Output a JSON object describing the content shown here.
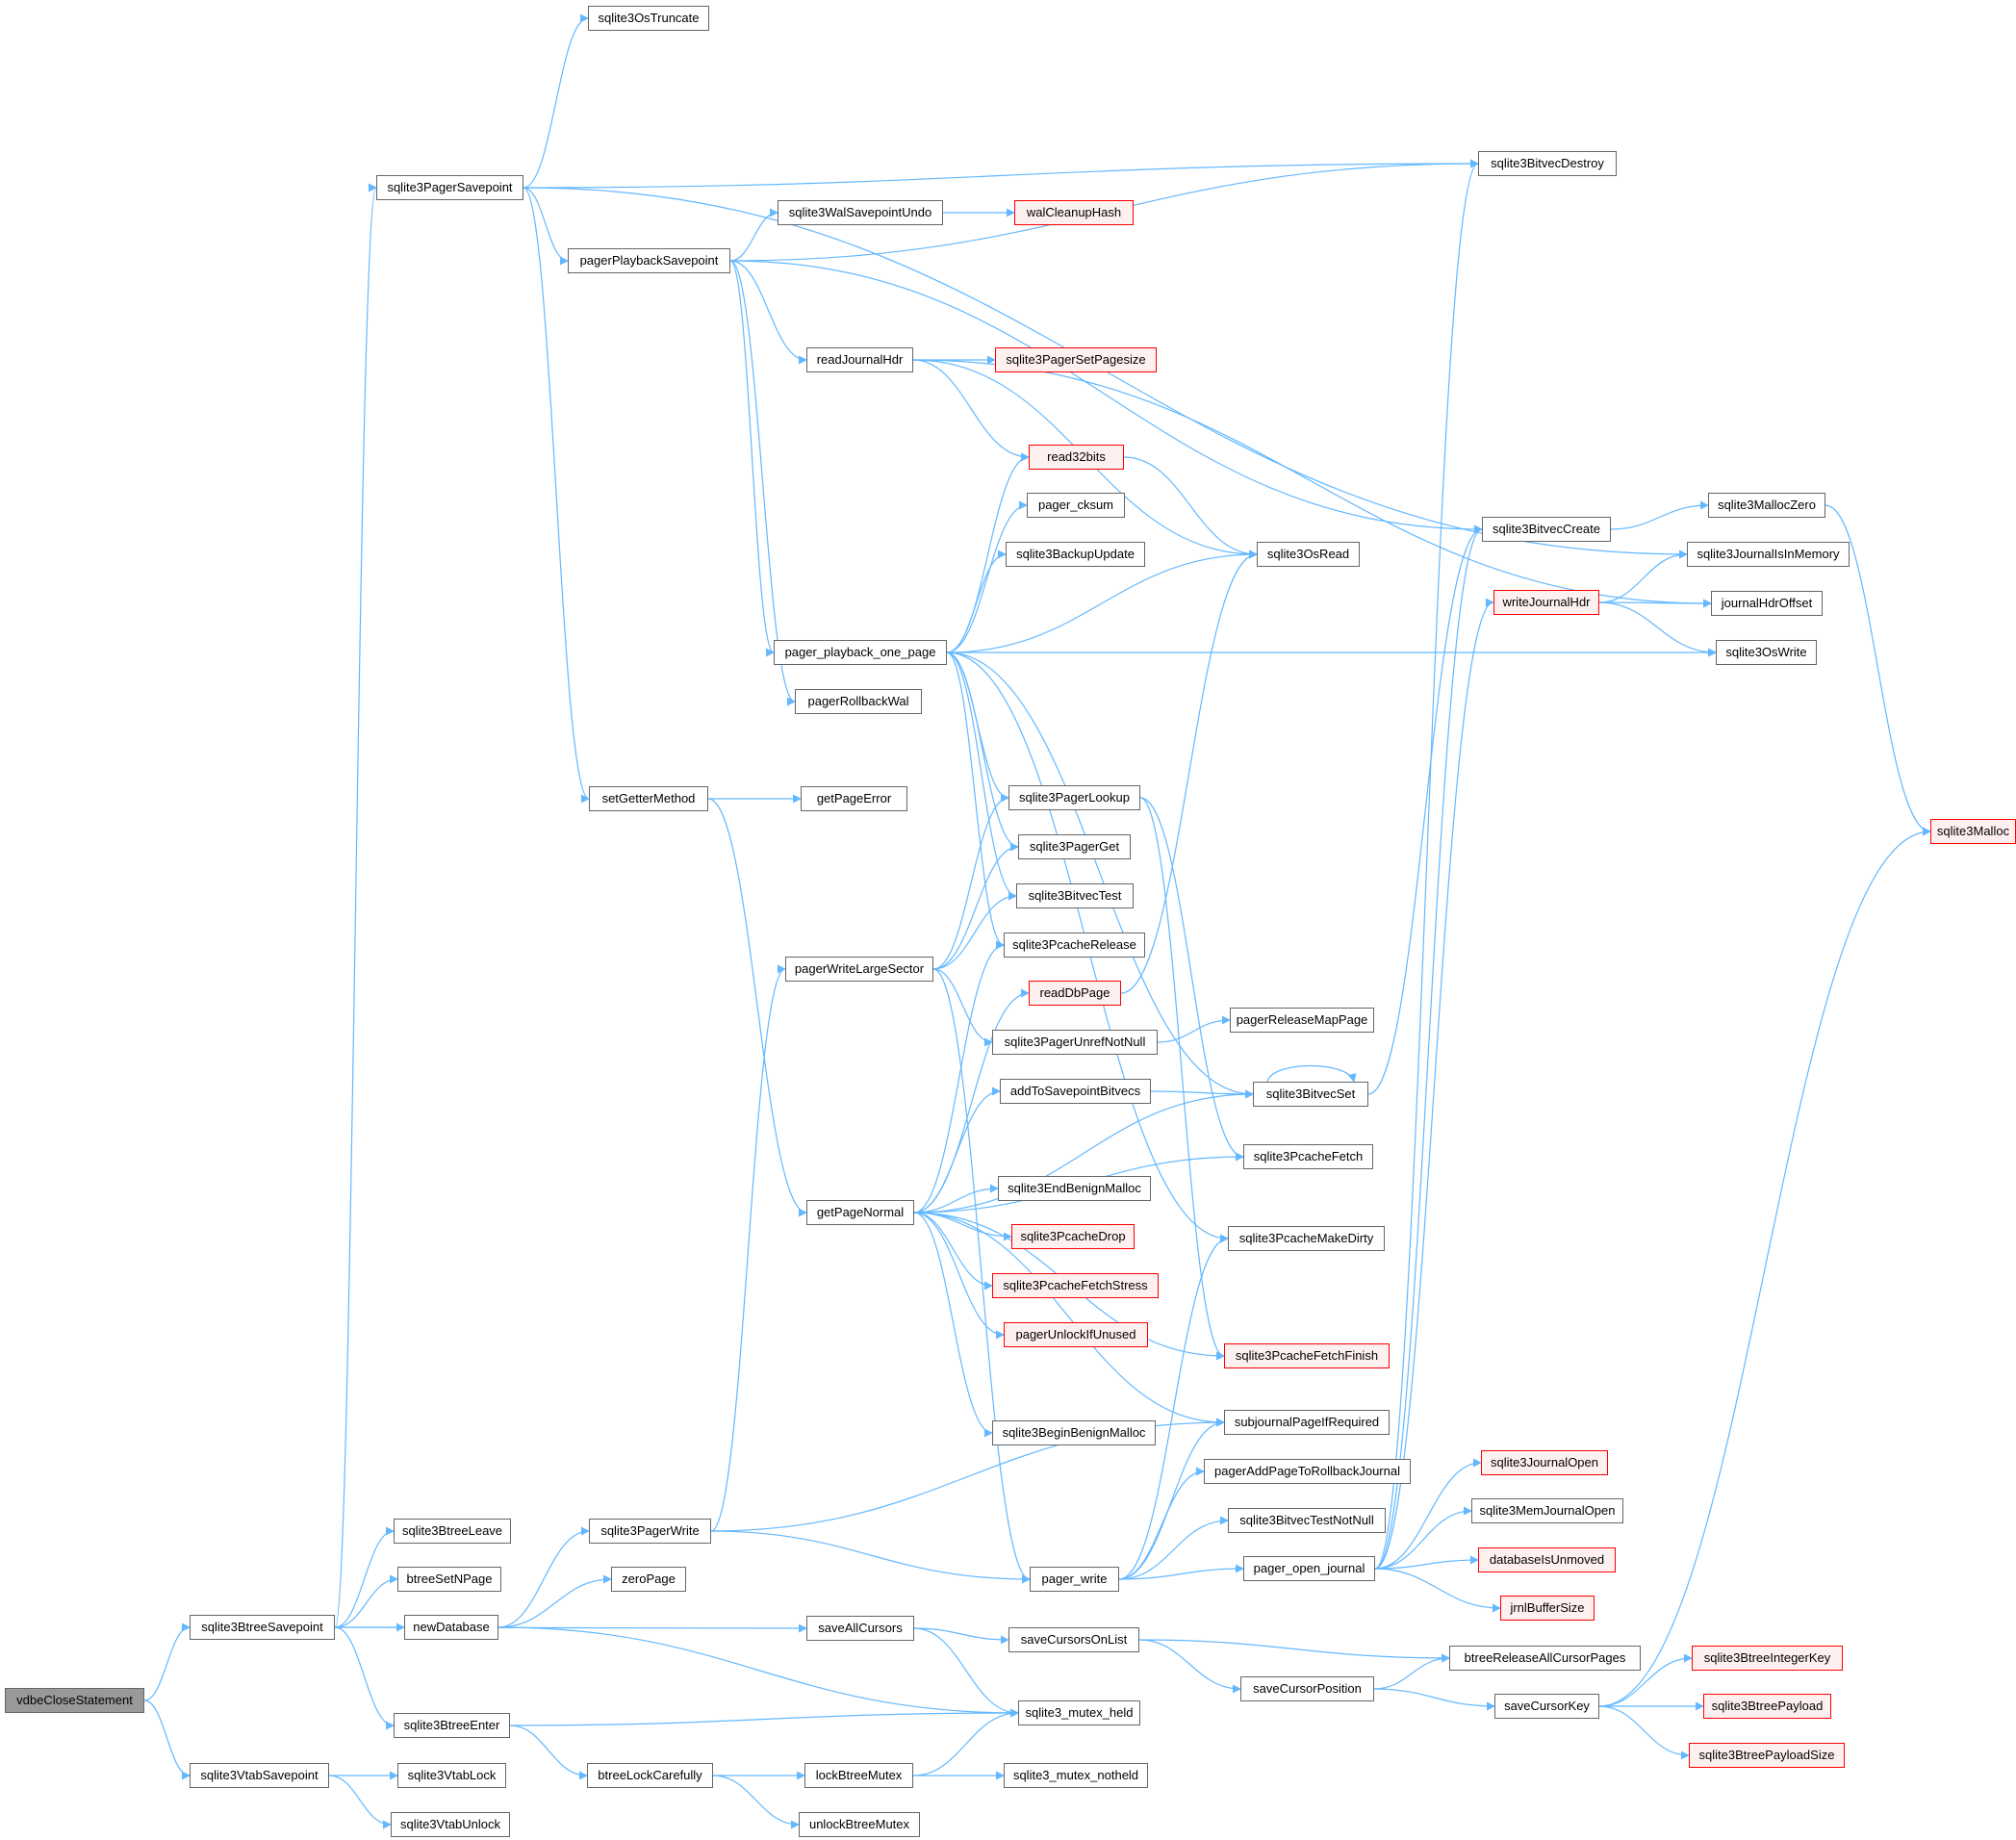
{
  "colors": {
    "edge": "#63b8ff",
    "node_border": "#666666",
    "truncated_border": "#ff0000",
    "truncated_fill": "#fff0f0",
    "root_fill": "#999999"
  },
  "nodes": [
    {
      "id": "vdbeCloseStatement",
      "label": "vdbeCloseStatement",
      "kind": "root"
    },
    {
      "id": "sqlite3BtreeSavepoint",
      "label": "sqlite3BtreeSavepoint",
      "kind": "normal"
    },
    {
      "id": "sqlite3VtabSavepoint",
      "label": "sqlite3VtabSavepoint",
      "kind": "normal"
    },
    {
      "id": "sqlite3OsTruncate",
      "label": "sqlite3OsTruncate",
      "kind": "normal"
    },
    {
      "id": "sqlite3PagerSavepoint",
      "label": "sqlite3PagerSavepoint",
      "kind": "normal"
    },
    {
      "id": "sqlite3BtreeLeave",
      "label": "sqlite3BtreeLeave",
      "kind": "normal"
    },
    {
      "id": "btreeSetNPage",
      "label": "btreeSetNPage",
      "kind": "normal"
    },
    {
      "id": "newDatabase",
      "label": "newDatabase",
      "kind": "normal"
    },
    {
      "id": "sqlite3BtreeEnter",
      "label": "sqlite3BtreeEnter",
      "kind": "normal"
    },
    {
      "id": "sqlite3VtabLock",
      "label": "sqlite3VtabLock",
      "kind": "normal"
    },
    {
      "id": "sqlite3VtabUnlock",
      "label": "sqlite3VtabUnlock",
      "kind": "normal"
    },
    {
      "id": "pagerPlaybackSavepoint",
      "label": "pagerPlaybackSavepoint",
      "kind": "normal"
    },
    {
      "id": "setGetterMethod",
      "label": "setGetterMethod",
      "kind": "normal"
    },
    {
      "id": "sqlite3PagerWrite",
      "label": "sqlite3PagerWrite",
      "kind": "normal"
    },
    {
      "id": "zeroPage",
      "label": "zeroPage",
      "kind": "normal"
    },
    {
      "id": "btreeLockCarefully",
      "label": "btreeLockCarefully",
      "kind": "normal"
    },
    {
      "id": "sqlite3WalSavepointUndo",
      "label": "sqlite3WalSavepointUndo",
      "kind": "normal"
    },
    {
      "id": "readJournalHdr",
      "label": "readJournalHdr",
      "kind": "normal"
    },
    {
      "id": "pager_playback_one_page",
      "label": "pager_playback_one_page",
      "kind": "normal"
    },
    {
      "id": "pagerRollbackWal",
      "label": "pagerRollbackWal",
      "kind": "normal"
    },
    {
      "id": "getPageError",
      "label": "getPageError",
      "kind": "normal"
    },
    {
      "id": "pagerWriteLargeSector",
      "label": "pagerWriteLargeSector",
      "kind": "normal"
    },
    {
      "id": "getPageNormal",
      "label": "getPageNormal",
      "kind": "normal"
    },
    {
      "id": "saveAllCursors",
      "label": "saveAllCursors",
      "kind": "normal"
    },
    {
      "id": "lockBtreeMutex",
      "label": "lockBtreeMutex",
      "kind": "normal"
    },
    {
      "id": "unlockBtreeMutex",
      "label": "unlockBtreeMutex",
      "kind": "normal"
    },
    {
      "id": "walCleanupHash",
      "label": "walCleanupHash",
      "kind": "truncated"
    },
    {
      "id": "sqlite3PagerSetPagesize",
      "label": "sqlite3PagerSetPagesize",
      "kind": "truncated"
    },
    {
      "id": "read32bits",
      "label": "read32bits",
      "kind": "truncated"
    },
    {
      "id": "pager_cksum",
      "label": "pager_cksum",
      "kind": "normal"
    },
    {
      "id": "sqlite3BackupUpdate",
      "label": "sqlite3BackupUpdate",
      "kind": "normal"
    },
    {
      "id": "sqlite3PagerLookup",
      "label": "sqlite3PagerLookup",
      "kind": "normal"
    },
    {
      "id": "sqlite3PagerGet",
      "label": "sqlite3PagerGet",
      "kind": "normal"
    },
    {
      "id": "sqlite3BitvecTest",
      "label": "sqlite3BitvecTest",
      "kind": "normal"
    },
    {
      "id": "sqlite3PcacheRelease",
      "label": "sqlite3PcacheRelease",
      "kind": "normal"
    },
    {
      "id": "readDbPage",
      "label": "readDbPage",
      "kind": "truncated"
    },
    {
      "id": "sqlite3PagerUnrefNotNull",
      "label": "sqlite3PagerUnrefNotNull",
      "kind": "normal"
    },
    {
      "id": "addToSavepointBitvecs",
      "label": "addToSavepointBitvecs",
      "kind": "normal"
    },
    {
      "id": "sqlite3EndBenignMalloc",
      "label": "sqlite3EndBenignMalloc",
      "kind": "normal"
    },
    {
      "id": "sqlite3PcacheDrop",
      "label": "sqlite3PcacheDrop",
      "kind": "truncated"
    },
    {
      "id": "sqlite3PcacheFetchStress",
      "label": "sqlite3PcacheFetchStress",
      "kind": "truncated"
    },
    {
      "id": "pagerUnlockIfUnused",
      "label": "pagerUnlockIfUnused",
      "kind": "truncated"
    },
    {
      "id": "sqlite3BeginBenignMalloc",
      "label": "sqlite3BeginBenignMalloc",
      "kind": "normal"
    },
    {
      "id": "pager_write",
      "label": "pager_write",
      "kind": "normal"
    },
    {
      "id": "saveCursorsOnList",
      "label": "saveCursorsOnList",
      "kind": "normal"
    },
    {
      "id": "sqlite3_mutex_held",
      "label": "sqlite3_mutex_held",
      "kind": "normal"
    },
    {
      "id": "sqlite3_mutex_notheld",
      "label": "sqlite3_mutex_notheld",
      "kind": "normal"
    },
    {
      "id": "sqlite3OsRead",
      "label": "sqlite3OsRead",
      "kind": "normal"
    },
    {
      "id": "pagerReleaseMapPage",
      "label": "pagerReleaseMapPage",
      "kind": "normal"
    },
    {
      "id": "sqlite3BitvecSet",
      "label": "sqlite3BitvecSet",
      "kind": "normal"
    },
    {
      "id": "sqlite3PcacheFetch",
      "label": "sqlite3PcacheFetch",
      "kind": "normal"
    },
    {
      "id": "sqlite3PcacheMakeDirty",
      "label": "sqlite3PcacheMakeDirty",
      "kind": "normal"
    },
    {
      "id": "sqlite3PcacheFetchFinish",
      "label": "sqlite3PcacheFetchFinish",
      "kind": "truncated"
    },
    {
      "id": "subjournalPageIfRequired",
      "label": "subjournalPageIfRequired",
      "kind": "normal"
    },
    {
      "id": "pagerAddPageToRollbackJournal",
      "label": "pagerAddPageToRollbackJournal",
      "kind": "normal"
    },
    {
      "id": "sqlite3BitvecTestNotNull",
      "label": "sqlite3BitvecTestNotNull",
      "kind": "normal"
    },
    {
      "id": "pager_open_journal",
      "label": "pager_open_journal",
      "kind": "normal"
    },
    {
      "id": "saveCursorPosition",
      "label": "saveCursorPosition",
      "kind": "normal"
    },
    {
      "id": "sqlite3BitvecDestroy",
      "label": "sqlite3BitvecDestroy",
      "kind": "normal"
    },
    {
      "id": "sqlite3BitvecCreate",
      "label": "sqlite3BitvecCreate",
      "kind": "normal"
    },
    {
      "id": "writeJournalHdr",
      "label": "writeJournalHdr",
      "kind": "truncated"
    },
    {
      "id": "sqlite3JournalOpen",
      "label": "sqlite3JournalOpen",
      "kind": "truncated"
    },
    {
      "id": "sqlite3MemJournalOpen",
      "label": "sqlite3MemJournalOpen",
      "kind": "normal"
    },
    {
      "id": "databaseIsUnmoved",
      "label": "databaseIsUnmoved",
      "kind": "truncated"
    },
    {
      "id": "jrnlBufferSize",
      "label": "jrnlBufferSize",
      "kind": "truncated"
    },
    {
      "id": "btreeReleaseAllCursorPages",
      "label": "btreeReleaseAllCursorPages",
      "kind": "normal"
    },
    {
      "id": "saveCursorKey",
      "label": "saveCursorKey",
      "kind": "normal"
    },
    {
      "id": "sqlite3MallocZero",
      "label": "sqlite3MallocZero",
      "kind": "normal"
    },
    {
      "id": "sqlite3JournalIsInMemory",
      "label": "sqlite3JournalIsInMemory",
      "kind": "normal"
    },
    {
      "id": "journalHdrOffset",
      "label": "journalHdrOffset",
      "kind": "normal"
    },
    {
      "id": "sqlite3OsWrite",
      "label": "sqlite3OsWrite",
      "kind": "normal"
    },
    {
      "id": "sqlite3BtreeIntegerKey",
      "label": "sqlite3BtreeIntegerKey",
      "kind": "truncated"
    },
    {
      "id": "sqlite3BtreePayload",
      "label": "sqlite3BtreePayload",
      "kind": "truncated"
    },
    {
      "id": "sqlite3BtreePayloadSize",
      "label": "sqlite3BtreePayloadSize",
      "kind": "truncated"
    },
    {
      "id": "sqlite3Malloc",
      "label": "sqlite3Malloc",
      "kind": "truncated"
    }
  ],
  "edges": [
    [
      "vdbeCloseStatement",
      "sqlite3BtreeSavepoint"
    ],
    [
      "vdbeCloseStatement",
      "sqlite3VtabSavepoint"
    ],
    [
      "sqlite3BtreeSavepoint",
      "sqlite3PagerSavepoint"
    ],
    [
      "sqlite3BtreeSavepoint",
      "sqlite3BtreeLeave"
    ],
    [
      "sqlite3BtreeSavepoint",
      "btreeSetNPage"
    ],
    [
      "sqlite3BtreeSavepoint",
      "newDatabase"
    ],
    [
      "sqlite3BtreeSavepoint",
      "sqlite3BtreeEnter"
    ],
    [
      "sqlite3BtreeSavepoint",
      "saveAllCursors"
    ],
    [
      "sqlite3VtabSavepoint",
      "sqlite3VtabLock"
    ],
    [
      "sqlite3VtabSavepoint",
      "sqlite3VtabUnlock"
    ],
    [
      "sqlite3PagerSavepoint",
      "sqlite3OsTruncate"
    ],
    [
      "sqlite3PagerSavepoint",
      "pagerPlaybackSavepoint"
    ],
    [
      "sqlite3PagerSavepoint",
      "setGetterMethod"
    ],
    [
      "sqlite3PagerSavepoint",
      "sqlite3BitvecDestroy"
    ],
    [
      "sqlite3PagerSavepoint",
      "sqlite3JournalIsInMemory"
    ],
    [
      "newDatabase",
      "sqlite3PagerWrite"
    ],
    [
      "newDatabase",
      "zeroPage"
    ],
    [
      "newDatabase",
      "sqlite3_mutex_held"
    ],
    [
      "sqlite3BtreeEnter",
      "btreeLockCarefully"
    ],
    [
      "sqlite3BtreeEnter",
      "sqlite3_mutex_held"
    ],
    [
      "pagerPlaybackSavepoint",
      "sqlite3WalSavepointUndo"
    ],
    [
      "pagerPlaybackSavepoint",
      "readJournalHdr"
    ],
    [
      "pagerPlaybackSavepoint",
      "pager_playback_one_page"
    ],
    [
      "pagerPlaybackSavepoint",
      "pagerRollbackWal"
    ],
    [
      "pagerPlaybackSavepoint",
      "sqlite3BitvecDestroy"
    ],
    [
      "pagerPlaybackSavepoint",
      "sqlite3BitvecCreate"
    ],
    [
      "setGetterMethod",
      "getPageError"
    ],
    [
      "setGetterMethod",
      "getPageNormal"
    ],
    [
      "sqlite3PagerWrite",
      "pagerWriteLargeSector"
    ],
    [
      "sqlite3PagerWrite",
      "pager_write"
    ],
    [
      "sqlite3PagerWrite",
      "subjournalPageIfRequired"
    ],
    [
      "btreeLockCarefully",
      "lockBtreeMutex"
    ],
    [
      "btreeLockCarefully",
      "unlockBtreeMutex"
    ],
    [
      "sqlite3WalSavepointUndo",
      "walCleanupHash"
    ],
    [
      "readJournalHdr",
      "sqlite3PagerSetPagesize"
    ],
    [
      "readJournalHdr",
      "read32bits"
    ],
    [
      "readJournalHdr",
      "sqlite3OsRead"
    ],
    [
      "readJournalHdr",
      "journalHdrOffset"
    ],
    [
      "pager_playback_one_page",
      "read32bits"
    ],
    [
      "pager_playback_one_page",
      "pager_cksum"
    ],
    [
      "pager_playback_one_page",
      "sqlite3BackupUpdate"
    ],
    [
      "pager_playback_one_page",
      "sqlite3OsRead"
    ],
    [
      "pager_playback_one_page",
      "sqlite3OsWrite"
    ],
    [
      "pager_playback_one_page",
      "sqlite3PagerLookup"
    ],
    [
      "pager_playback_one_page",
      "sqlite3PagerGet"
    ],
    [
      "pager_playback_one_page",
      "sqlite3BitvecTest"
    ],
    [
      "pager_playback_one_page",
      "sqlite3PcacheRelease"
    ],
    [
      "pager_playback_one_page",
      "sqlite3BitvecSet"
    ],
    [
      "pager_playback_one_page",
      "sqlite3PcacheMakeDirty"
    ],
    [
      "pagerWriteLargeSector",
      "sqlite3PagerLookup"
    ],
    [
      "pagerWriteLargeSector",
      "sqlite3PagerGet"
    ],
    [
      "pagerWriteLargeSector",
      "sqlite3BitvecTest"
    ],
    [
      "pagerWriteLargeSector",
      "sqlite3PagerUnrefNotNull"
    ],
    [
      "pagerWriteLargeSector",
      "pager_write"
    ],
    [
      "getPageNormal",
      "readDbPage"
    ],
    [
      "getPageNormal",
      "sqlite3PcacheRelease"
    ],
    [
      "getPageNormal",
      "addToSavepointBitvecs"
    ],
    [
      "getPageNormal",
      "sqlite3BitvecSet"
    ],
    [
      "getPageNormal",
      "sqlite3EndBenignMalloc"
    ],
    [
      "getPageNormal",
      "sqlite3PcacheDrop"
    ],
    [
      "getPageNormal",
      "sqlite3PcacheFetchStress"
    ],
    [
      "getPageNormal",
      "pagerUnlockIfUnused"
    ],
    [
      "getPageNormal",
      "sqlite3BeginBenignMalloc"
    ],
    [
      "getPageNormal",
      "sqlite3PcacheFetch"
    ],
    [
      "getPageNormal",
      "sqlite3PcacheFetchFinish"
    ],
    [
      "getPageNormal",
      "subjournalPageIfRequired"
    ],
    [
      "saveAllCursors",
      "saveCursorsOnList"
    ],
    [
      "saveAllCursors",
      "sqlite3_mutex_held"
    ],
    [
      "lockBtreeMutex",
      "sqlite3_mutex_held"
    ],
    [
      "lockBtreeMutex",
      "sqlite3_mutex_notheld"
    ],
    [
      "read32bits",
      "sqlite3OsRead"
    ],
    [
      "sqlite3PagerLookup",
      "sqlite3PcacheFetch"
    ],
    [
      "sqlite3PagerLookup",
      "sqlite3PcacheFetchFinish"
    ],
    [
      "readDbPage",
      "sqlite3OsRead"
    ],
    [
      "sqlite3PagerUnrefNotNull",
      "pagerReleaseMapPage"
    ],
    [
      "addToSavepointBitvecs",
      "sqlite3BitvecSet"
    ],
    [
      "pager_write",
      "subjournalPageIfRequired"
    ],
    [
      "pager_write",
      "pagerAddPageToRollbackJournal"
    ],
    [
      "pager_write",
      "sqlite3BitvecTestNotNull"
    ],
    [
      "pager_write",
      "pager_open_journal"
    ],
    [
      "pager_write",
      "sqlite3PcacheMakeDirty"
    ],
    [
      "saveCursorsOnList",
      "saveCursorPosition"
    ],
    [
      "saveCursorsOnList",
      "btreeReleaseAllCursorPages"
    ],
    [
      "sqlite3BitvecSet",
      "sqlite3BitvecSet"
    ],
    [
      "sqlite3BitvecSet",
      "sqlite3BitvecCreate"
    ],
    [
      "pager_open_journal",
      "sqlite3BitvecCreate"
    ],
    [
      "pager_open_journal",
      "sqlite3BitvecDestroy"
    ],
    [
      "pager_open_journal",
      "writeJournalHdr"
    ],
    [
      "pager_open_journal",
      "sqlite3JournalOpen"
    ],
    [
      "pager_open_journal",
      "sqlite3MemJournalOpen"
    ],
    [
      "pager_open_journal",
      "databaseIsUnmoved"
    ],
    [
      "pager_open_journal",
      "jrnlBufferSize"
    ],
    [
      "saveCursorPosition",
      "btreeReleaseAllCursorPages"
    ],
    [
      "saveCursorPosition",
      "saveCursorKey"
    ],
    [
      "sqlite3BitvecCreate",
      "sqlite3MallocZero"
    ],
    [
      "writeJournalHdr",
      "sqlite3JournalIsInMemory"
    ],
    [
      "writeJournalHdr",
      "journalHdrOffset"
    ],
    [
      "writeJournalHdr",
      "sqlite3OsWrite"
    ],
    [
      "saveCursorKey",
      "sqlite3BtreeIntegerKey"
    ],
    [
      "saveCursorKey",
      "sqlite3BtreePayload"
    ],
    [
      "saveCursorKey",
      "sqlite3BtreePayloadSize"
    ],
    [
      "saveCursorKey",
      "sqlite3Malloc"
    ],
    [
      "sqlite3MallocZero",
      "sqlite3Malloc"
    ]
  ]
}
